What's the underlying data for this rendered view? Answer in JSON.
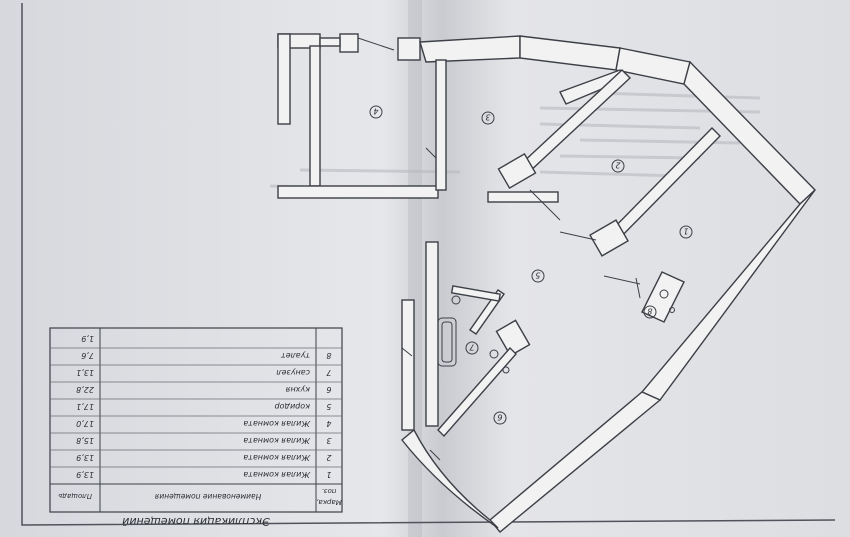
{
  "explication": {
    "title": "Экспликация помещений",
    "headers": {
      "mark": "Марка,",
      "pos": "поз.",
      "name": "Наименование помещения",
      "area": "Площадь"
    },
    "rows": [
      {
        "pos": "1",
        "name": "Жилая комната",
        "area": "13,9"
      },
      {
        "pos": "2",
        "name": "Жилая комната",
        "area": "13,9"
      },
      {
        "pos": "3",
        "name": "Жилая комната",
        "area": "15,8"
      },
      {
        "pos": "4",
        "name": "Жилая комната",
        "area": "17,0"
      },
      {
        "pos": "5",
        "name": "коридор",
        "area": "17,1"
      },
      {
        "pos": "6",
        "name": "кухня",
        "area": "22,8"
      },
      {
        "pos": "7",
        "name": "санузел",
        "area": "13,1"
      },
      {
        "pos": "8",
        "name": "туалет",
        "area": "7,6"
      },
      {
        "pos": "",
        "name": "",
        "area": "1,9"
      }
    ]
  },
  "plan": {
    "room_labels": [
      "1",
      "2",
      "3",
      "4",
      "5",
      "6",
      "7",
      "8"
    ]
  }
}
